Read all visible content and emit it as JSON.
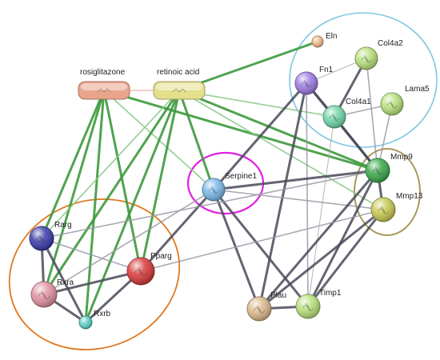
{
  "network": {
    "nodes": [
      {
        "id": "rosiglitazone",
        "label": "rosiglitazone",
        "kind": "chemical",
        "color": "#e9a48c"
      },
      {
        "id": "retinoic_acid",
        "label": "retinoic acid",
        "kind": "chemical",
        "color": "#e3e08c"
      },
      {
        "id": "Eln",
        "label": "Eln",
        "kind": "protein",
        "color": "#f3b88a"
      },
      {
        "id": "Col4a2",
        "label": "Col4a2",
        "kind": "protein",
        "color": "#b8e07a"
      },
      {
        "id": "Fn1",
        "label": "Fn1",
        "kind": "protein",
        "color": "#9b7ae0"
      },
      {
        "id": "Lama5",
        "label": "Lama5",
        "kind": "protein",
        "color": "#b5e07a"
      },
      {
        "id": "Col4a1",
        "label": "Col4a1",
        "kind": "protein",
        "color": "#6fd6a8"
      },
      {
        "id": "Serpine1",
        "label": "Serpine1",
        "kind": "protein",
        "color": "#7bb8e8"
      },
      {
        "id": "Mmp9",
        "label": "Mmp9",
        "kind": "protein",
        "color": "#3aa84a"
      },
      {
        "id": "Mmp13",
        "label": "Mmp13",
        "kind": "protein",
        "color": "#c8c850"
      },
      {
        "id": "Rarg",
        "label": "Rarg",
        "kind": "protein",
        "color": "#3a3aa8"
      },
      {
        "id": "Pparg",
        "label": "Pparg",
        "kind": "protein",
        "color": "#d83838"
      },
      {
        "id": "Rxra",
        "label": "Rxra",
        "kind": "protein",
        "color": "#e090a0"
      },
      {
        "id": "Rxrb",
        "label": "Rxrb",
        "kind": "protein",
        "color": "#60d0c8"
      },
      {
        "id": "Plau",
        "label": "Plau",
        "kind": "protein",
        "color": "#dcb88a"
      },
      {
        "id": "Timp1",
        "label": "Timp1",
        "kind": "protein",
        "color": "#b8e07a"
      }
    ],
    "edges": [
      {
        "source": "rosiglitazone",
        "target": "retinoic_acid",
        "type": "red-thin"
      },
      {
        "source": "rosiglitazone",
        "target": "Rarg",
        "type": "green"
      },
      {
        "source": "rosiglitazone",
        "target": "Rxra",
        "type": "green"
      },
      {
        "source": "rosiglitazone",
        "target": "Rxrb",
        "type": "green"
      },
      {
        "source": "rosiglitazone",
        "target": "Pparg",
        "type": "green"
      },
      {
        "source": "rosiglitazone",
        "target": "Serpine1",
        "type": "green-light"
      },
      {
        "source": "rosiglitazone",
        "target": "Mmp9",
        "type": "green"
      },
      {
        "source": "retinoic_acid",
        "target": "Eln",
        "type": "green"
      },
      {
        "source": "retinoic_acid",
        "target": "Rarg",
        "type": "green-light"
      },
      {
        "source": "retinoic_acid",
        "target": "Rxra",
        "type": "green"
      },
      {
        "source": "retinoic_acid",
        "target": "Rxrb",
        "type": "green"
      },
      {
        "source": "retinoic_acid",
        "target": "Pparg",
        "type": "green"
      },
      {
        "source": "retinoic_acid",
        "target": "Serpine1",
        "type": "green"
      },
      {
        "source": "retinoic_acid",
        "target": "Mmp9",
        "type": "green"
      },
      {
        "source": "retinoic_acid",
        "target": "Mmp13",
        "type": "green-light"
      },
      {
        "source": "retinoic_acid",
        "target": "Col4a1",
        "type": "green-light"
      },
      {
        "source": "Fn1",
        "target": "Col4a2",
        "type": "gray-thin"
      },
      {
        "source": "Fn1",
        "target": "Col4a1",
        "type": "dark"
      },
      {
        "source": "Fn1",
        "target": "Mmp9",
        "type": "dark"
      },
      {
        "source": "Fn1",
        "target": "Serpine1",
        "type": "dark"
      },
      {
        "source": "Fn1",
        "target": "Plau",
        "type": "dark"
      },
      {
        "source": "Fn1",
        "target": "Timp1",
        "type": "gray"
      },
      {
        "source": "Col4a1",
        "target": "Col4a2",
        "type": "dark"
      },
      {
        "source": "Col4a1",
        "target": "Lama5",
        "type": "gray"
      },
      {
        "source": "Col4a1",
        "target": "Mmp9",
        "type": "dark"
      },
      {
        "source": "Col4a1",
        "target": "Timp1",
        "type": "gray-thin"
      },
      {
        "source": "Col4a2",
        "target": "Mmp9",
        "type": "gray"
      },
      {
        "source": "Lama5",
        "target": "Mmp9",
        "type": "gray"
      },
      {
        "source": "Serpine1",
        "target": "Mmp9",
        "type": "dark"
      },
      {
        "source": "Serpine1",
        "target": "Mmp13",
        "type": "gray"
      },
      {
        "source": "Serpine1",
        "target": "Plau",
        "type": "dark"
      },
      {
        "source": "Serpine1",
        "target": "Timp1",
        "type": "dark"
      },
      {
        "source": "Serpine1",
        "target": "Pparg",
        "type": "dark"
      },
      {
        "source": "Serpine1",
        "target": "Rxra",
        "type": "gray"
      },
      {
        "source": "Mmp9",
        "target": "Mmp13",
        "type": "dark"
      },
      {
        "source": "Mmp9",
        "target": "Plau",
        "type": "dark"
      },
      {
        "source": "Mmp9",
        "target": "Timp1",
        "type": "dark"
      },
      {
        "source": "Mmp9",
        "target": "Rarg",
        "type": "gray"
      },
      {
        "source": "Mmp13",
        "target": "Plau",
        "type": "dark"
      },
      {
        "source": "Mmp13",
        "target": "Timp1",
        "type": "dark"
      },
      {
        "source": "Mmp13",
        "target": "Pparg",
        "type": "gray"
      },
      {
        "source": "Plau",
        "target": "Timp1",
        "type": "dark"
      },
      {
        "source": "Rarg",
        "target": "Rxra",
        "type": "dark"
      },
      {
        "source": "Rarg",
        "target": "Rxrb",
        "type": "dark"
      },
      {
        "source": "Rarg",
        "target": "Pparg",
        "type": "gray"
      },
      {
        "source": "Rxra",
        "target": "Rxrb",
        "type": "dark"
      },
      {
        "source": "Rxra",
        "target": "Pparg",
        "type": "dark"
      },
      {
        "source": "Pparg",
        "target": "Rxrb",
        "type": "dark"
      }
    ],
    "clusters": [
      {
        "id": "ecm-cluster",
        "color": "#7cc8e0"
      },
      {
        "id": "serpine-cluster",
        "color": "#e020e0"
      },
      {
        "id": "mmp-cluster",
        "color": "#a89858"
      },
      {
        "id": "receptor-cluster",
        "color": "#e07820"
      }
    ],
    "edge_colors": {
      "green": "#3e9a3e",
      "green-light": "#8ac88a",
      "dark": "#4a4a5a",
      "gray": "#9a9aa8",
      "gray-thin": "#aaaaaa",
      "red-thin": "#e09090"
    }
  }
}
